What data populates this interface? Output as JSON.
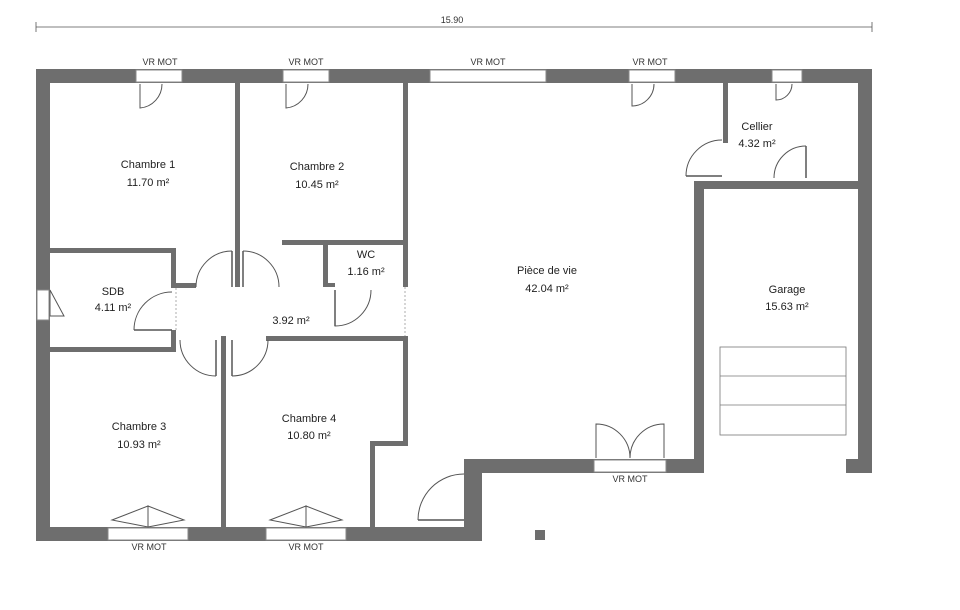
{
  "dimension": {
    "total_width": "15.90"
  },
  "rooms": {
    "chambre1": {
      "name": "Chambre 1",
      "area": "11.70 m²"
    },
    "chambre2": {
      "name": "Chambre 2",
      "area": "10.45 m²"
    },
    "chambre3": {
      "name": "Chambre 3",
      "area": "10.93 m²"
    },
    "chambre4": {
      "name": "Chambre 4",
      "area": "10.80 m²"
    },
    "sdb": {
      "name": "SDB",
      "area": "4.11 m²"
    },
    "wc": {
      "name": "WC",
      "area": "1.16 m²"
    },
    "couloir": {
      "area": "3.92 m²"
    },
    "piece_de_vie": {
      "name": "Pièce de vie",
      "area": "42.04 m²"
    },
    "cellier": {
      "name": "Cellier",
      "area": "4.32 m²"
    },
    "garage": {
      "name": "Garage",
      "area": "15.63 m²"
    }
  },
  "window_labels": {
    "top1": "VR MOT",
    "top2": "VR MOT",
    "top3": "VR MOT",
    "top4": "VR MOT",
    "bottom_left": "VR MOT",
    "bottom_mid": "VR MOT",
    "bottom_right": "VR MOT"
  }
}
